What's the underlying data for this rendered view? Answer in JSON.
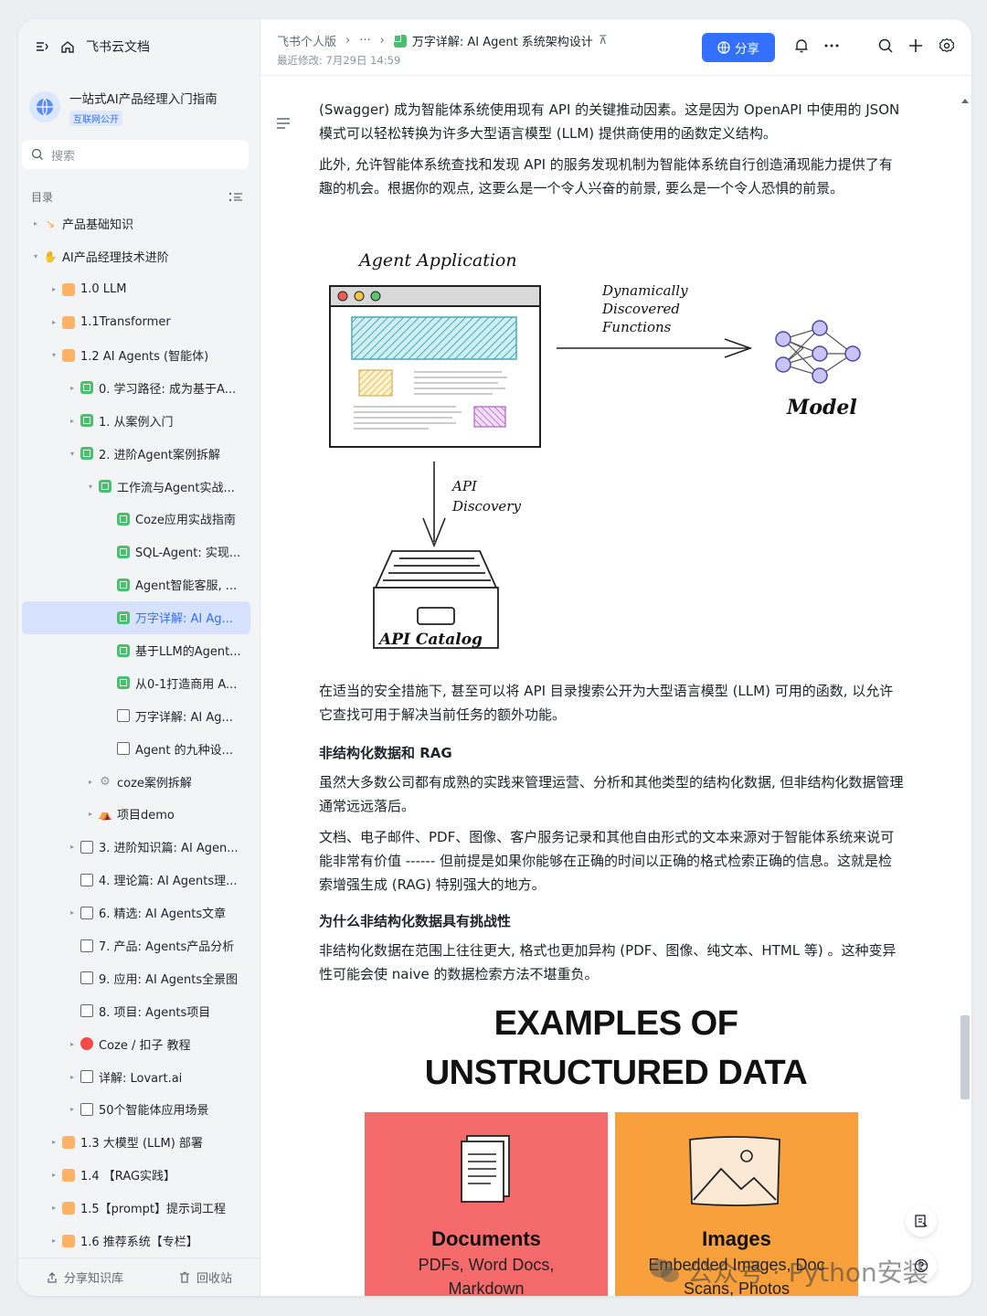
{
  "sidebar": {
    "app_name": "飞书云文档",
    "space": {
      "title": "一站式AI产品经理入门指南",
      "badge": "互联网公开"
    },
    "search_placeholder": "搜索",
    "toc_label": "目录",
    "items": [
      {
        "label": "产品基础知识",
        "level": 0,
        "arrow": "▸",
        "icon": "folder-pointer-icon"
      },
      {
        "label": "AI产品经理技术进阶",
        "level": 0,
        "arrow": "▾",
        "icon": "hand-icon"
      },
      {
        "label": "1.0 LLM",
        "level": 1,
        "arrow": "▸",
        "icon": "orange"
      },
      {
        "label": "1.1Transformer",
        "level": 1,
        "arrow": "▸",
        "icon": "orange"
      },
      {
        "label": "1.2 AI Agents (智能体)",
        "level": 1,
        "arrow": "▾",
        "icon": "orange"
      },
      {
        "label": "0. 学习路径: 成为基于A...",
        "level": 2,
        "arrow": "▸",
        "icon": "green"
      },
      {
        "label": "1. 从案例入门",
        "level": 2,
        "arrow": "▸",
        "icon": "green"
      },
      {
        "label": "2. 进阶Agent案例拆解",
        "level": 2,
        "arrow": "▾",
        "icon": "green"
      },
      {
        "label": "工作流与Agent实战...",
        "level": 3,
        "arrow": "▾",
        "icon": "green"
      },
      {
        "label": "Coze应用实战指南",
        "level": 4,
        "arrow": "",
        "icon": "green"
      },
      {
        "label": "SQL-Agent: 实现...",
        "level": 4,
        "arrow": "",
        "icon": "green"
      },
      {
        "label": "Agent智能客服, ...",
        "level": 4,
        "arrow": "",
        "icon": "green"
      },
      {
        "label": "万字详解: AI Ag...",
        "level": 4,
        "arrow": "",
        "icon": "green",
        "active": true
      },
      {
        "label": "基于LLM的Agent...",
        "level": 4,
        "arrow": "",
        "icon": "green"
      },
      {
        "label": "从0-1打造商用 A...",
        "level": 4,
        "arrow": "",
        "icon": "green"
      },
      {
        "label": "万字详解: AI Ag...",
        "level": 4,
        "arrow": "",
        "icon": "pdf"
      },
      {
        "label": "Agent 的九种设...",
        "level": 4,
        "arrow": "",
        "icon": "doc"
      },
      {
        "label": "coze案例拆解",
        "level": 3,
        "arrow": "▸",
        "icon": "gear"
      },
      {
        "label": "项目demo",
        "level": 3,
        "arrow": "▸",
        "icon": "folder"
      },
      {
        "label": "3. 进阶知识篇: AI Agen...",
        "level": 2,
        "arrow": "▸",
        "icon": "doc"
      },
      {
        "label": "4. 理论篇: AI Agents理...",
        "level": 2,
        "arrow": "",
        "icon": "doc"
      },
      {
        "label": "6. 精选: AI Agents文章",
        "level": 2,
        "arrow": "▸",
        "icon": "doc"
      },
      {
        "label": "7. 产品: Agents产品分析",
        "level": 2,
        "arrow": "",
        "icon": "doc"
      },
      {
        "label": "9. 应用: AI Agents全景图",
        "level": 2,
        "arrow": "",
        "icon": "doc"
      },
      {
        "label": "8. 项目: Agents项目",
        "level": 2,
        "arrow": "",
        "icon": "doc"
      },
      {
        "label": "Coze / 扣子 教程",
        "level": 2,
        "arrow": "▸",
        "icon": "red"
      },
      {
        "label": "详解: Lovart.ai",
        "level": 2,
        "arrow": "▸",
        "icon": "doc"
      },
      {
        "label": "50个智能体应用场景",
        "level": 2,
        "arrow": "▸",
        "icon": "doc"
      },
      {
        "label": "1.3 大模型 (LLM) 部署",
        "level": 1,
        "arrow": "▸",
        "icon": "orange"
      },
      {
        "label": "1.4 【RAG实践】",
        "level": 1,
        "arrow": "▸",
        "icon": "orange"
      },
      {
        "label": "1.5【prompt】提示词工程",
        "level": 1,
        "arrow": "▸",
        "icon": "orange"
      },
      {
        "label": "1.6 推荐系统【专栏】",
        "level": 1,
        "arrow": "▸",
        "icon": "orange"
      }
    ],
    "footer": {
      "share": "分享知识库",
      "trash": "回收站"
    }
  },
  "header": {
    "crumb_root": "飞书个人版",
    "crumb_more": "···",
    "crumb_current": "万字详解: AI Agent 系统架构设计",
    "last_modified": "最近修改: 7月29日 14:59",
    "share_label": "分享"
  },
  "content": {
    "p1": "(Swagger) 成为智能体系统使用现有 API 的关键推动因素。这是因为 OpenAPI 中使用的 JSON 模式可以轻松转换为许多大型语言模型 (LLM) 提供商使用的函数定义结构。",
    "p2": "此外, 允许智能体系统查找和发现 API 的服务发现机制为智能体系统自行创造涌现能力提供了有趣的机会。根据你的观点, 这要么是一个令人兴奋的前景, 要么是一个令人恐惧的前景。",
    "diagram": {
      "app_label": "Agent Application",
      "arrow_label_1": "Dynamically",
      "arrow_label_2": "Discovered",
      "arrow_label_3": "Functions",
      "model_label": "Model",
      "api_label_1": "API",
      "api_label_2": "Discovery",
      "catalog_label": "API Catalog"
    },
    "p3": "在适当的安全措施下, 甚至可以将 API 目录搜索公开为大型语言模型 (LLM) 可用的函数, 以允许它查找可用于解决当前任务的额外功能。",
    "h1": "非结构化数据和 RAG",
    "p4": "虽然大多数公司都有成熟的实践来管理运营、分析和其他类型的结构化数据, 但非结构化数据管理通常远远落后。",
    "p5": "文档、电子邮件、PDF、图像、客户服务记录和其他自由形式的文本来源对于智能体系统来说可能非常有价值 ------ 但前提是如果你能够在正确的时间以正确的格式检索正确的信息。这就是检索增强生成 (RAG) 特别强大的地方。",
    "h2": "为什么非结构化数据具有挑战性",
    "p6": "非结构化数据在范围上往往更大, 格式也更加异构 (PDF、图像、纯文本、HTML 等) 。这种变异性可能会使 naive 的数据检索方法不堪重负。",
    "examples_title_1": "EXAMPLES OF",
    "examples_title_2": "UNSTRUCTURED DATA",
    "cards": [
      {
        "title": "Documents",
        "sub": "PDFs, Word Docs, Markdown",
        "color": "#f56b6b"
      },
      {
        "title": "Images",
        "sub": "Embedded Images, Doc Scans, Photos",
        "color": "#f7a03c"
      }
    ]
  },
  "watermark": "公众号 · Python安装"
}
